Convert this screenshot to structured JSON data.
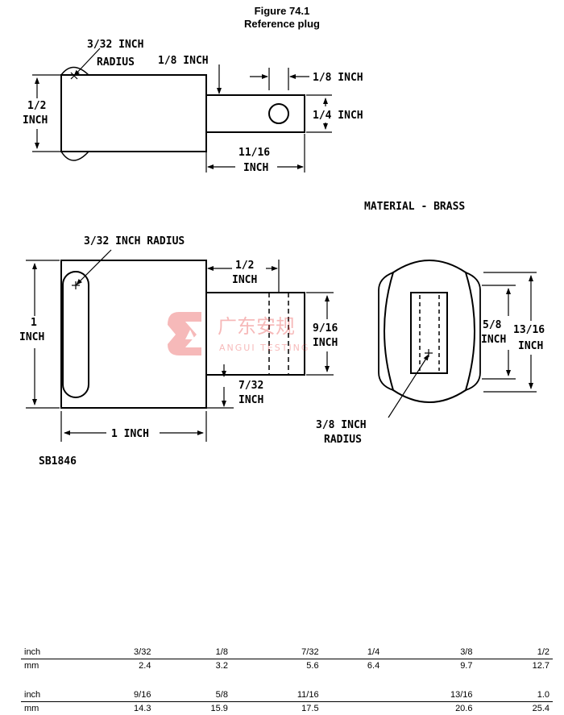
{
  "figure": {
    "title": "Figure 74.1",
    "subtitle": "Reference plug"
  },
  "labels": {
    "radius_top": [
      "3/32 INCH",
      "RADIUS"
    ],
    "eighth_inch_left": "1/8 INCH",
    "eighth_inch_right": "1/8 INCH",
    "half_inch_left": [
      "1/2",
      "INCH"
    ],
    "quarter_inch": "1/4 INCH",
    "eleven_sixteenths": [
      "11/16",
      "INCH"
    ],
    "material": "MATERIAL - BRASS",
    "radius_mid": "3/32 INCH RADIUS",
    "one_inch_left": [
      "1",
      "INCH"
    ],
    "half_inch_top": [
      "1/2",
      "INCH"
    ],
    "nine_sixteenths": [
      "9/16",
      "INCH"
    ],
    "seven_thirtyseconds": [
      "7/32",
      "INCH"
    ],
    "one_inch_bottom": "1 INCH",
    "part_number": "SB1846",
    "five_eighths": [
      "5/8",
      "INCH"
    ],
    "thirteen_sixteenths": [
      "13/16",
      "INCH"
    ],
    "radius_end": [
      "3/8 INCH",
      "RADIUS"
    ]
  },
  "watermark": {
    "chinese": "广东安规",
    "english": "ANGUI TESTING",
    "color": "#e83a3a"
  },
  "conversion_table": {
    "rows": [
      {
        "unit": "inch",
        "values": [
          "3/32",
          "1/8",
          "7/32",
          "1/4",
          "3/8",
          "1/2"
        ]
      },
      {
        "unit": "mm",
        "values": [
          "2.4",
          "3.2",
          "5.6",
          "6.4",
          "9.7",
          "12.7"
        ]
      },
      {
        "unit": "inch",
        "values": [
          "9/16",
          "5/8",
          "11/16",
          "",
          "13/16",
          "1.0"
        ]
      },
      {
        "unit": "mm",
        "values": [
          "14.3",
          "15.9",
          "17.5",
          "",
          "20.6",
          "25.4"
        ]
      }
    ]
  }
}
